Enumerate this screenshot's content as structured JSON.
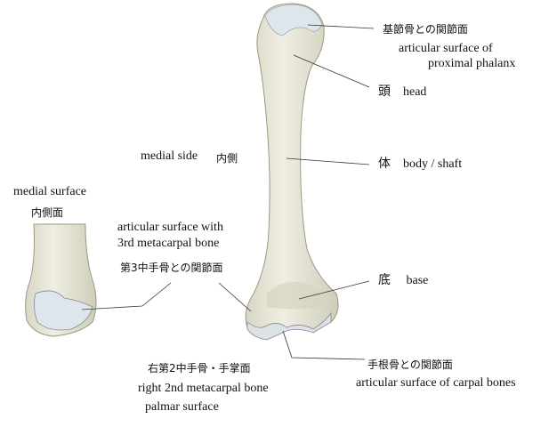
{
  "labels": {
    "prox_jp": "基節骨との関節面",
    "prox_en1": "articular surface of",
    "prox_en2": "proximal phalanx",
    "head": "頭　head",
    "medial_side_en": "medial side",
    "medial_side_jp": "内側",
    "body": "体　body / shaft",
    "medial_surface_en": "medial surface",
    "medial_surface_jp": "内側面",
    "mc3_en1": "articular surface with",
    "mc3_en2": "3rd metacarpal bone",
    "mc3_jp": "第3中手骨との関節面",
    "base": "底　 base",
    "carpal_jp": "手根骨との関節面",
    "carpal_en": "articular surface of carpal bones",
    "caption_jp": "右第2中手骨・手掌面",
    "caption_en1": "right 2nd metacarpal bone",
    "caption_en2": "palmar surface"
  },
  "colors": {
    "bone": "#ecebdc",
    "bone_shadow": "#c9c8b3",
    "cartilage": "#dde6ea",
    "line": "#333333"
  }
}
